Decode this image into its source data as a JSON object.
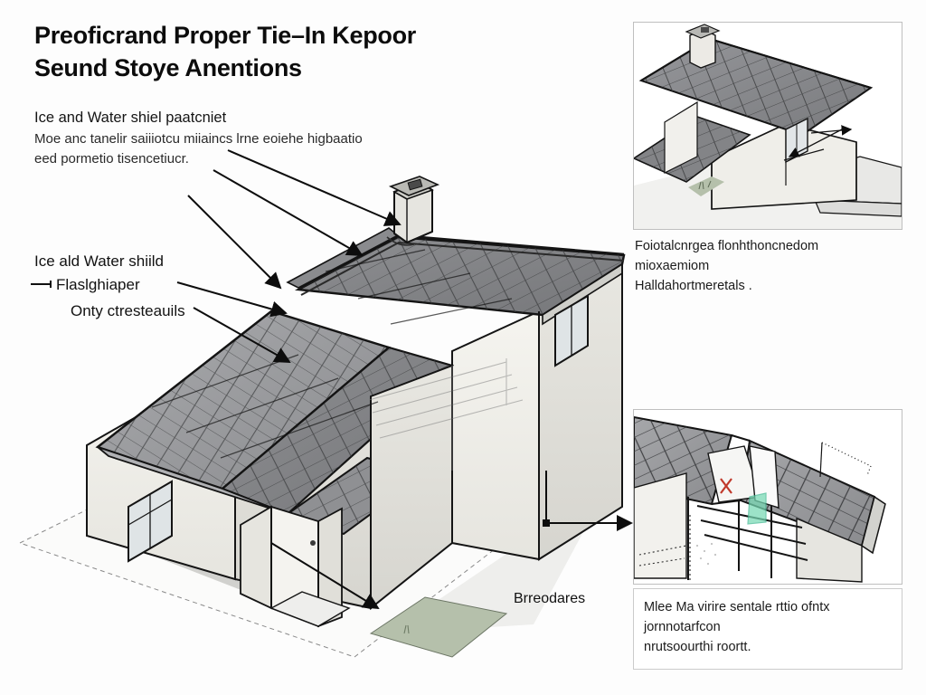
{
  "document": {
    "title_line1": "Preoficrand Proper Tie–In Kepoor",
    "title_line2": "Seund Stoye Anentions",
    "title": "Preoficrand Proper Tie–In Kepoor\nSeund Stoye Anentions",
    "background_color": "#fdfdfd",
    "ink_color": "#111111"
  },
  "notes": {
    "ice_water_heading": "Ice and Water shiel paatcniet",
    "ice_water_body": "Moe anc tanelir saiiiotcu miiaincs lrne eoiehe higbaatio\need pormetio tisencetiucr.",
    "label_ice_water_shield": "Ice ald Water shiild",
    "label_flashing": "Flaslghiaper",
    "label_details": "Onty ctresteauils",
    "label_boundaries": "Brreodares"
  },
  "panels": {
    "top": {
      "name": "roof-overview-panel",
      "caption": "Foiotalcnrgea flonhthoncnedom\nmioxaemiom\nHalldahortmeretals ."
    },
    "bottom": {
      "name": "roof-tie-in-detail-panel",
      "caption": "Mlee Ma virire sentale rttio ofntx\njornnotarfcon\nnrutsoourthi roortt."
    }
  },
  "illustration": {
    "name": "isometric-house-roof-diagram",
    "colors": {
      "roof_dark": "#7f8083",
      "roof_mid": "#9a9b9e",
      "roof_light": "#b4b5b8",
      "wall_light": "#f2f1ec",
      "wall_shade": "#e3e2dc",
      "wall_deep": "#d4d3cd",
      "ground": "#f6f6f4",
      "ground_shadow": "#c9c9c6",
      "grass": "#b5c0ab",
      "glass": "#dfe4e6",
      "accent_green": "#77d9b4",
      "accent_red": "#c0392b",
      "outline": "#141414"
    }
  }
}
